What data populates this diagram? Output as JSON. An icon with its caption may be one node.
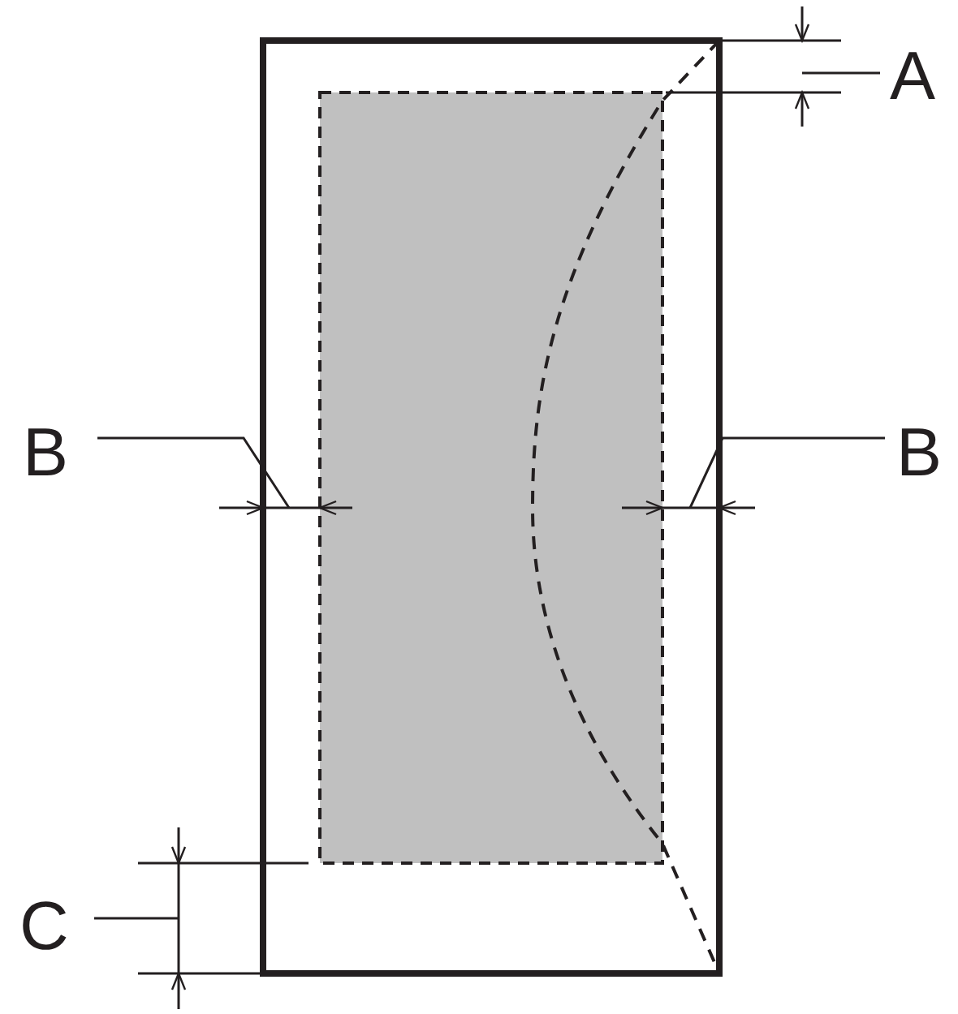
{
  "diagram": {
    "nodes": [
      {
        "text": [
          "A"
        ]
      },
      {
        "text": [
          "B"
        ]
      },
      {
        "text": [
          "B"
        ]
      },
      {
        "text": [
          "C"
        ]
      }
    ],
    "edges": [
      {
        "from": 0,
        "to": null,
        "arrow": "none"
      },
      {
        "from": 1,
        "to": null,
        "arrow": "none"
      },
      {
        "from": 2,
        "to": null,
        "arrow": "none"
      },
      {
        "from": 3,
        "to": null,
        "arrow": "none"
      }
    ]
  }
}
